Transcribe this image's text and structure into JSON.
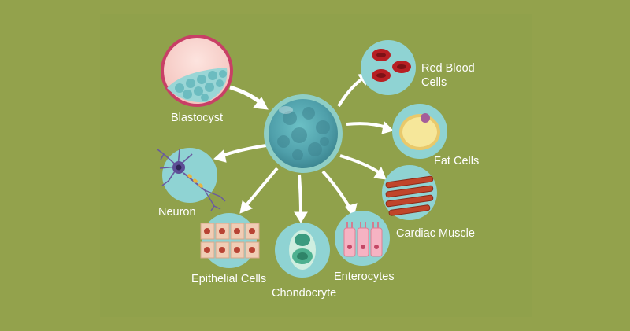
{
  "diagram": {
    "source": "Blastocyst",
    "cell_types": [
      {
        "name": "Red Blood Cells",
        "icon": "red-blood-cells-icon"
      },
      {
        "name": "Fat Cells",
        "icon": "fat-cell-icon"
      },
      {
        "name": "Cardiac Muscle",
        "icon": "cardiac-muscle-icon"
      },
      {
        "name": "Enterocytes",
        "icon": "enterocytes-icon"
      },
      {
        "name": "Chondocryte",
        "icon": "chondrocyte-icon"
      },
      {
        "name": "Epithelial Cells",
        "icon": "epithelial-cells-icon"
      },
      {
        "name": "Neuron",
        "icon": "neuron-icon"
      }
    ],
    "labels": {
      "red_blood_line1": "Red Blood",
      "red_blood_line2": "Cells"
    }
  },
  "colors": {
    "background": "#93a24c",
    "node_fill": "#8fd3d3",
    "stem_cell": "#4f9faa",
    "red_blood": "#b81f23",
    "fat": "#f6e79a",
    "muscle": "#c0452a",
    "epithelial": "#f0cdb5",
    "label_text": "#ffffff"
  }
}
